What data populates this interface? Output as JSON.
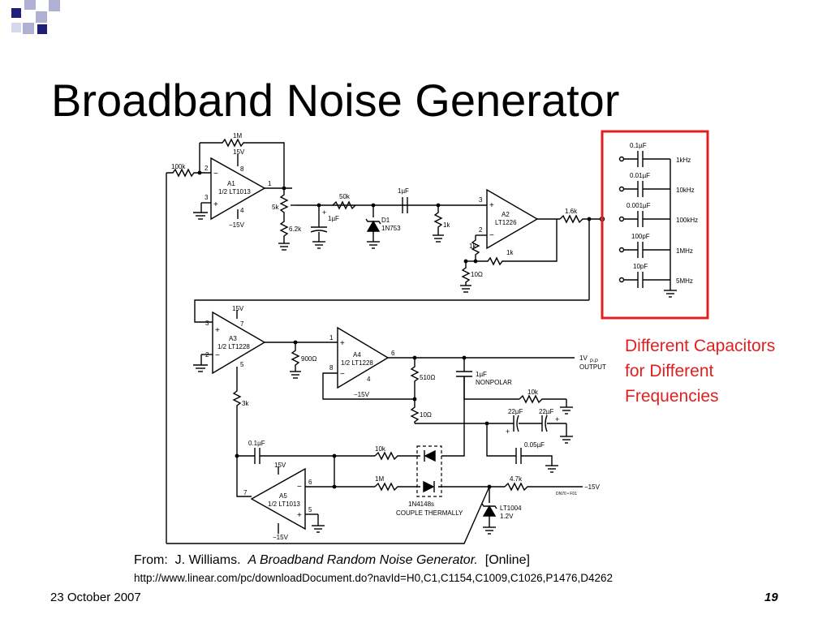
{
  "slide": {
    "title": "Broadband Noise Generator",
    "date": "23 October 2007",
    "page_number": "19"
  },
  "annotation": {
    "line1": "Different Capacitors",
    "line2": "for Different",
    "line3": "Frequencies",
    "color": "#e02020"
  },
  "source": {
    "from_label": "From:",
    "author": "J. Williams.",
    "work_title": "A Broadband Random Noise Generator.",
    "online": "[Online]",
    "url": "http://www.linear.com/pc/downloadDocument.do?navId=H0,C1,C1154,C1009,C1026,P1476,D4262"
  },
  "colors": {
    "logo_dark": "#1f1f7a",
    "logo_light": "#9898c8",
    "highlight": "#e02020"
  },
  "circuit": {
    "labels": {
      "r_1m_top": "1M",
      "r_100k": "100k",
      "a1_v": "15V",
      "a1_pin8": "8",
      "a1_pin2": "2",
      "a1_pin3": "3",
      "a1_pin1": "1",
      "a1_pin4": "4",
      "a1_name": "A1",
      "a1_part": "1/2 LT1013",
      "a1_neg": "−15V",
      "pot_5k": "5k",
      "r_6k2": "6.2k",
      "c_1uf_a": "1µF",
      "r_50k": "50k",
      "d1": "D1",
      "d1_part": "1N753",
      "c_1uf_b": "1µF",
      "r_1k_a": "1k",
      "a2_name": "A2",
      "a2_part": "LT1226",
      "a2_pin3": "3",
      "a2_pin2": "2",
      "r_1k_b": "1k",
      "r_10ohm_a": "10Ω",
      "r_1k_c": "1k",
      "r_1k6": "1.6k",
      "c_01uf": "0.1µF",
      "f_1khz": "1kHz",
      "c_001uf": "0.01µF",
      "f_10khz": "10kHz",
      "c_0001uf": "0.001µF",
      "f_100khz": "100kHz",
      "c_100pf": "100pF",
      "f_1mhz": "1MHz",
      "c_10pf": "10pF",
      "f_5mhz": "5MHz",
      "a3_v": "15V",
      "a3_pin7": "7",
      "a3_pin3": "3",
      "a3_pin2": "2",
      "a3_pin5": "5",
      "a3_name": "A3",
      "a3_part": "1/2 LT1228",
      "r_900": "900Ω",
      "a4_pin1": "1",
      "a4_pin8": "8",
      "a4_pin6": "6",
      "a4_pin4": "4",
      "a4_name": "A4",
      "a4_part": "1/2 LT1228",
      "a4_neg": "−15V",
      "out_1v": "1V",
      "out_pp": "P-P",
      "out_label": "OUTPUT",
      "r_510": "510Ω",
      "c_1uf_np": "1µF",
      "np_label": "NONPOLAR",
      "r_10k_a": "10k",
      "r_10ohm_b": "10Ω",
      "c_22uf_a": "22µF",
      "c_22uf_b": "22µF",
      "c_005uf": "0.05µF",
      "r_3k": "3k",
      "c_01uf_b": "0.1µF",
      "r_10k_b": "10k",
      "a5_v": "15V",
      "a5_pin6": "6",
      "a5_pin7": "7",
      "a5_pin5": "5",
      "a5_name": "A5",
      "a5_part": "1/2 LT1013",
      "a5_neg": "−15V",
      "r_1m_b": "1M",
      "diodes": "1N4148s",
      "couple": "COUPLE THERMALLY",
      "r_4k7": "4.7k",
      "neg15": "−15V",
      "ref": "LT1004",
      "ref_v": "1.2V",
      "figref": "DN70 • F01"
    }
  }
}
